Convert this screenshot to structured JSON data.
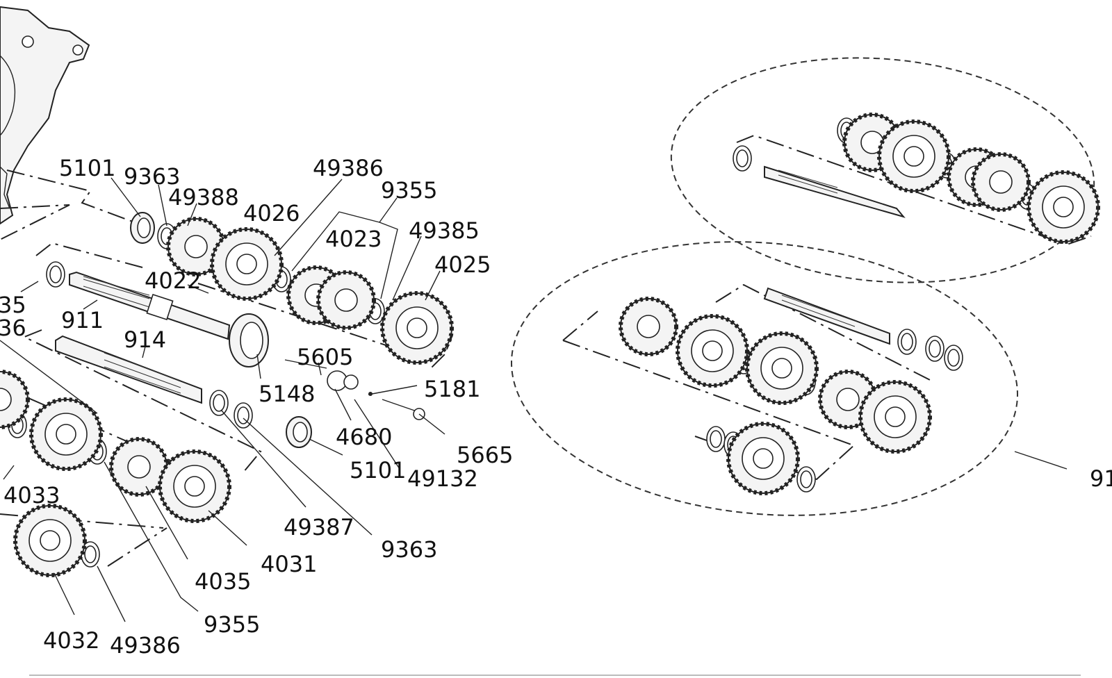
{
  "labels": {
    "l5101_top": "5101",
    "l9363_top": "9363",
    "l49388": "49388",
    "l4026": "4026",
    "l49386_top": "49386",
    "l9355_top": "9355",
    "l4023": "4023",
    "l49385": "49385",
    "l4025": "4025",
    "l4022": "4022",
    "l35": "35",
    "l36": "36",
    "l911": "911",
    "l914": "914",
    "l5605": "5605",
    "l5148": "5148",
    "l5181": "5181",
    "l4680": "4680",
    "l5665": "5665",
    "l5101_bot": "5101",
    "l49132": "49132",
    "l4033": "4033",
    "l49387": "49387",
    "l9363_bot": "9363",
    "l4031": "4031",
    "l4035": "4035",
    "l9355_bot": "9355",
    "l4032": "4032",
    "l49386_bot": "49386",
    "l91": "91"
  },
  "icons": {
    "housing": "engine-case-housing",
    "gears": "transmission-gear",
    "shafts": "splined-shaft",
    "bearings": "bearing",
    "washers": "washer-ring"
  }
}
